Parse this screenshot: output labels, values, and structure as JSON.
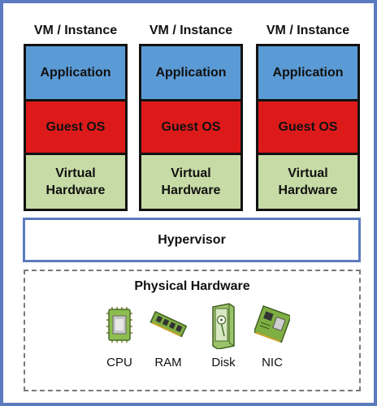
{
  "colors": {
    "application": "#5b9bd5",
    "guest_os": "#dd1a1a",
    "virtual_hardware": "#c6dba5",
    "frame_border": "#5b7bbf",
    "physical_border": "#7a7a7a"
  },
  "vms": [
    {
      "title": "VM / Instance",
      "application": "Application",
      "guest_os": "Guest OS",
      "virtual_hardware": "Virtual\nHardware"
    },
    {
      "title": "VM / Instance",
      "application": "Application",
      "guest_os": "Guest OS",
      "virtual_hardware": "Virtual\nHardware"
    },
    {
      "title": "VM / Instance",
      "application": "Application",
      "guest_os": "Guest OS",
      "virtual_hardware": "Virtual\nHardware"
    }
  ],
  "hypervisor": {
    "label": "Hypervisor"
  },
  "physical_hardware": {
    "title": "Physical Hardware",
    "devices": [
      {
        "label": "CPU",
        "icon": "cpu-chip-icon"
      },
      {
        "label": "RAM",
        "icon": "ram-module-icon"
      },
      {
        "label": "Disk",
        "icon": "hard-disk-icon"
      },
      {
        "label": "NIC",
        "icon": "network-card-icon"
      }
    ]
  }
}
